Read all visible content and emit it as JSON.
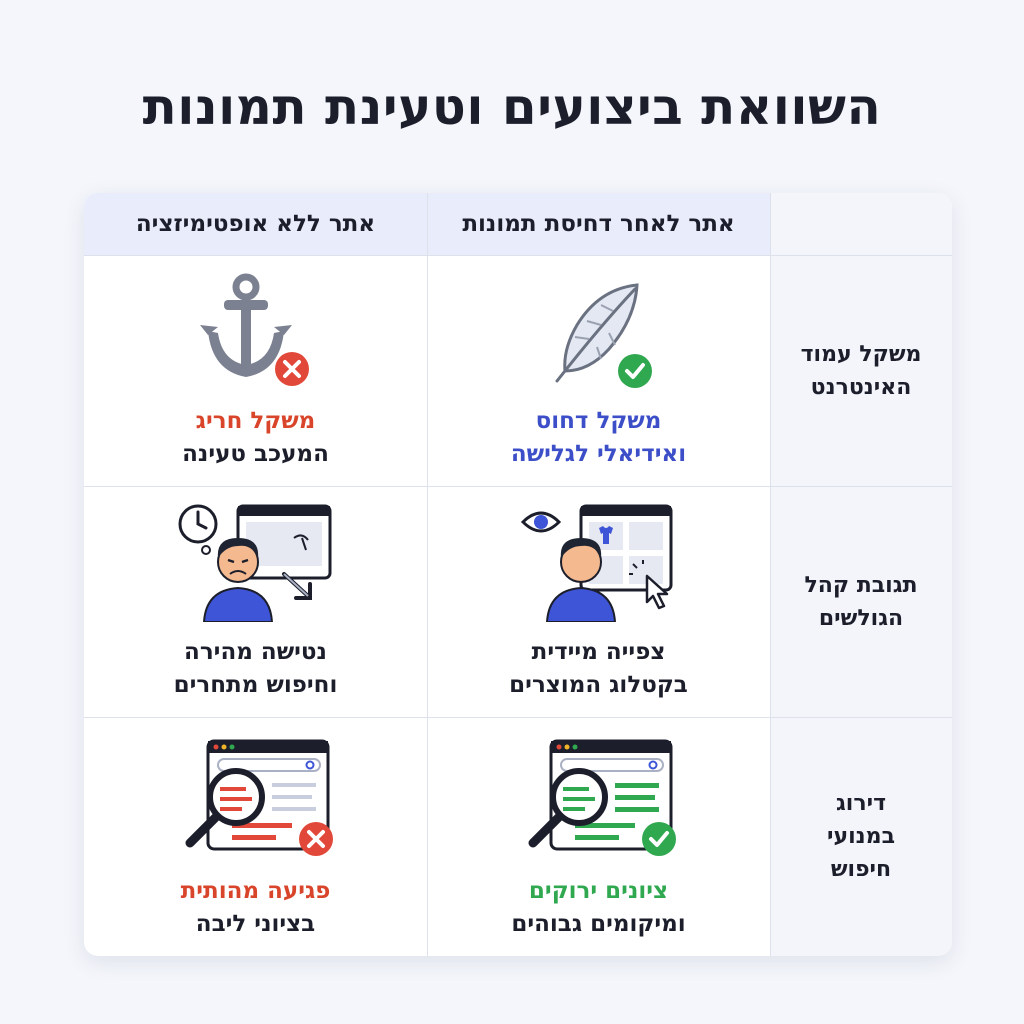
{
  "title": "השוואת ביצועים וטעינת תמונות",
  "columns": {
    "optimized": "אתר לאחר דחיסת תמונות",
    "unoptimized": "אתר ללא אופטימיזציה"
  },
  "rows": [
    {
      "label_line1": "משקל עמוד",
      "label_line2": "האינטרנט",
      "label_line3": "",
      "optimized": {
        "line1": "משקל דחוס",
        "line2": "ואידיאלי לגלישה",
        "icon": "feather-icon",
        "status": "check"
      },
      "unoptimized": {
        "line1": "משקל חריג",
        "line2": "המעכב טעינה",
        "icon": "anchor-icon",
        "status": "cross"
      }
    },
    {
      "label_line1": "תגובת קהל",
      "label_line2": "הגולשים",
      "label_line3": "",
      "optimized": {
        "line1": "צפייה מיידית",
        "line2": "בקטלוג המוצרים",
        "icon": "happy-user-catalog-icon",
        "status": "none"
      },
      "unoptimized": {
        "line1": "נטישה מהירה",
        "line2": "וחיפוש מתחרים",
        "icon": "frustrated-user-icon",
        "status": "none"
      }
    },
    {
      "label_line1": "דירוג",
      "label_line2": "במנועי",
      "label_line3": "חיפוש",
      "optimized": {
        "line1": "ציונים ירוקים",
        "line2": "ומיקומים גבוהים",
        "icon": "seo-green-icon",
        "status": "check"
      },
      "unoptimized": {
        "line1": "פגיעה מהותית",
        "line2": "בציוני ליבה",
        "icon": "seo-red-icon",
        "status": "cross"
      }
    }
  ],
  "colors": {
    "accent_blue": "#3d4fc8",
    "bad_red": "#d9452a",
    "good_green": "#2fa84f",
    "header_bg": "#e9ecfb"
  }
}
